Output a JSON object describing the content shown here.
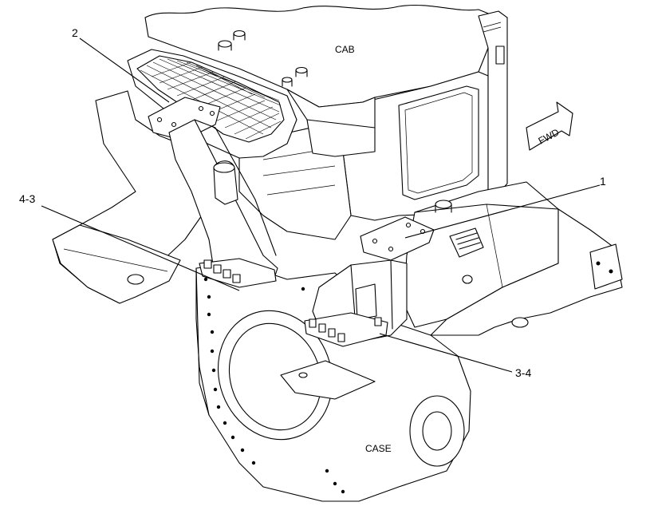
{
  "callouts": [
    {
      "id": "c1",
      "text": "1"
    },
    {
      "id": "c2",
      "text": "2"
    },
    {
      "id": "c43",
      "text": "4-3"
    },
    {
      "id": "c34",
      "text": "3-4"
    }
  ],
  "labels": {
    "cab": "CAB",
    "case": "CASE",
    "fwd": "FWD"
  }
}
